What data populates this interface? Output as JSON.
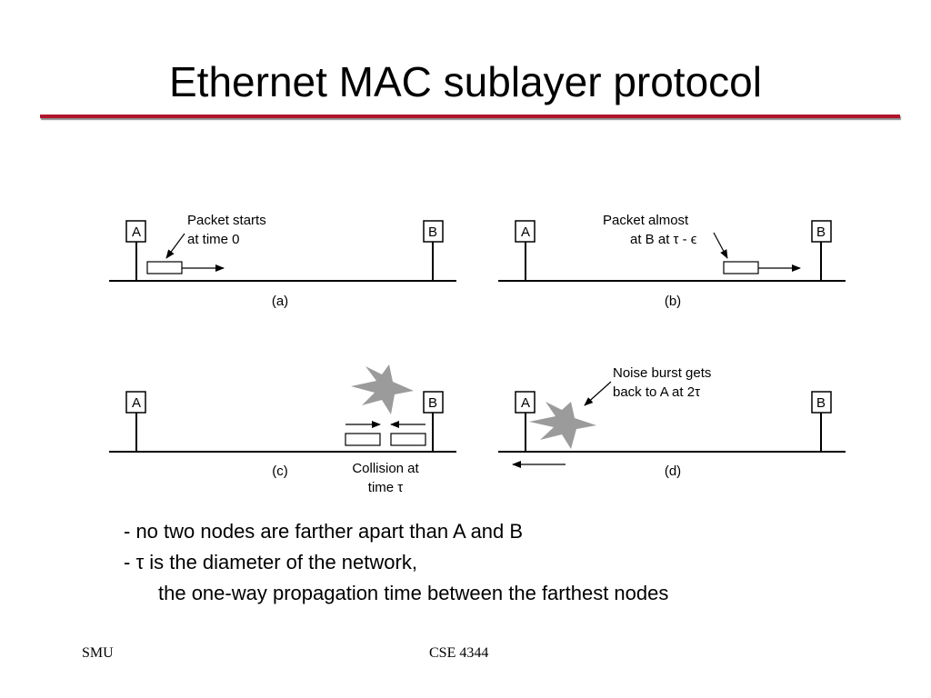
{
  "slide": {
    "title": "Ethernet MAC sublayer protocol"
  },
  "diagram": {
    "panels": [
      {
        "caption": "(a)",
        "station_a": "A",
        "station_b": "B",
        "label_lines": [
          "Packet starts",
          "at time 0"
        ]
      },
      {
        "caption": "(b)",
        "station_a": "A",
        "station_b": "B",
        "label_lines": [
          "Packet almost",
          "at B at τ - ϵ"
        ]
      },
      {
        "caption": "(c)",
        "station_a": "A",
        "station_b": "B",
        "label_lines": [
          "Collision at",
          "time τ"
        ]
      },
      {
        "caption": "(d)",
        "station_a": "A",
        "station_b": "B",
        "label_lines": [
          "Noise burst gets",
          "back to A  at 2τ"
        ]
      }
    ]
  },
  "bullets": {
    "line1": "- no two nodes are farther apart than A and B",
    "line2": "- τ is the diameter of the network,",
    "line3": "the one-way propagation time between the farthest nodes"
  },
  "footer": {
    "left": "SMU",
    "right": "CSE 4344"
  },
  "colors": {
    "title_rule": "#b0152a",
    "burst": "#9b9b9b"
  }
}
